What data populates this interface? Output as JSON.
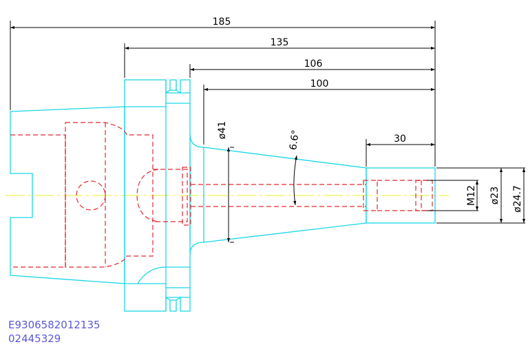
{
  "colors": {
    "outline": "#19d6e6",
    "hidden": "#e0282e",
    "centerline": "#ecec28",
    "dimension": "#000000",
    "code_text": "#5b57d6"
  },
  "dimensions": {
    "d185": "185",
    "d135": "135",
    "d106": "106",
    "d100": "100",
    "d30": "30",
    "angle": "6.6°",
    "dia41": "ø41",
    "thread": "M12",
    "dia23": "ø23",
    "dia24_7": "ø24.7"
  },
  "codes": {
    "line1": "E9306582012135",
    "line2": "02445329"
  }
}
